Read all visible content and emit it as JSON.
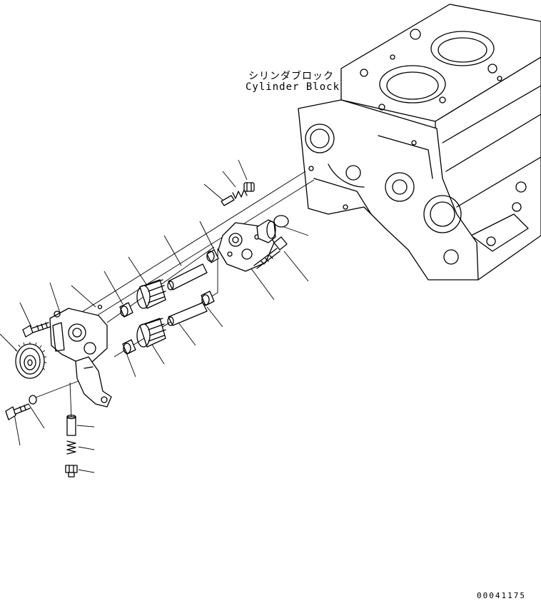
{
  "callout": {
    "name_jp": "シリンダブロック",
    "name_en": "Cylinder Block"
  },
  "drawing_code": "00041175"
}
